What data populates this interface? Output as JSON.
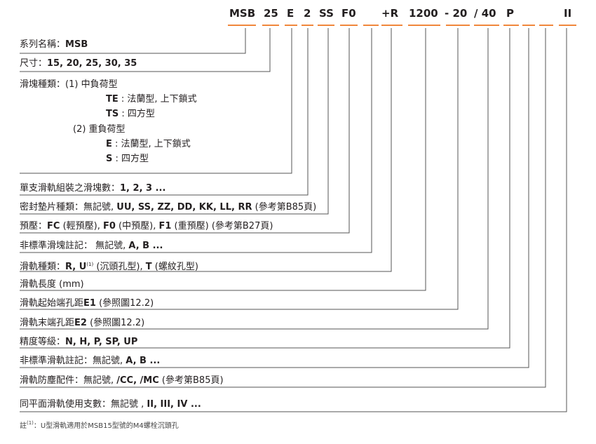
{
  "code": {
    "segments": [
      "MSB",
      "25",
      "E",
      "2",
      "SS",
      "F0",
      "",
      "+R",
      "1200",
      "- 20",
      "/ 40",
      "P",
      "",
      "",
      "II"
    ],
    "accent_color": "#f0873c",
    "line_color": "#555555"
  },
  "rows": [
    {
      "label": "系列名稱：",
      "value": "MSB"
    },
    {
      "label": "尺寸：",
      "value": "15, 20, 25, 30, 35"
    },
    {
      "label": "滑塊種類：",
      "value": "(1) 中負荷型"
    },
    {
      "label": "單支滑軌組裝之滑塊數：",
      "value": "1, 2, 3 ..."
    },
    {
      "label": "密封墊片種類：無記號, ",
      "value": "UU, SS, ZZ, DD, KK, LL, RR",
      "suffix": " (參考第B85頁)"
    },
    {
      "label": "預壓：",
      "value": "FC",
      "suffix": " (輕預壓), ",
      "value2": "F0",
      "suffix2": " (中預壓), ",
      "value3": "F1",
      "suffix3": " (重預壓)  (參考第B27頁)"
    },
    {
      "label": "非標準滑塊註記： 無記號, ",
      "value": "A, B ..."
    },
    {
      "label": "滑軌種類：",
      "value": "R, U",
      "sup": "(1)",
      "suffix": " (沉頭孔型), ",
      "value2": "T",
      "suffix2": " (螺紋孔型)"
    },
    {
      "label": "滑軌長度 (mm)"
    },
    {
      "label": "滑軌起始端孔距",
      "value": "E1",
      "suffix": " (參照圖12.2)"
    },
    {
      "label": "滑軌末端孔距",
      "value": "E2",
      "suffix": " (參照圖12.2)"
    },
    {
      "label": "精度等級：",
      "value": "N, H, P, SP, UP"
    },
    {
      "label": "非標準滑軌註記：無記號, ",
      "value": "A, B ..."
    },
    {
      "label": "滑軌防塵配件：無記號, ",
      "value": "/CC, /MC",
      "suffix": " (參考第B85頁)"
    },
    {
      "label": "同平面滑軌使用支數：無記號 , ",
      "value": "II, III, IV ..."
    }
  ],
  "block_types": {
    "te": {
      "code": "TE",
      "desc": " : 法蘭型, 上下鎖式"
    },
    "ts": {
      "code": "TS",
      "desc": " : 四方型"
    },
    "heavy": "(2) 重負荷型",
    "e": {
      "code": "E",
      "desc": " : 法蘭型, 上下鎖式"
    },
    "s": {
      "code": "S",
      "desc": " : 四方型"
    }
  },
  "footnote": {
    "prefix": "註",
    "sup": "(1)",
    "text": "：U型滑軌適用於MSB15型號的M4螺栓沉頭孔"
  }
}
